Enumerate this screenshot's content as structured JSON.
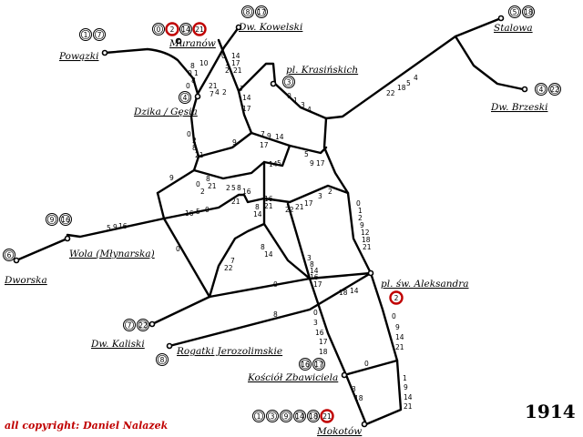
{
  "terminals": [
    {
      "id": "powazki",
      "name": "Powązki",
      "lines": [
        "1",
        "7"
      ],
      "red": []
    },
    {
      "id": "muranow",
      "name": "Muranów",
      "lines": [
        "0",
        "2",
        "14",
        "21"
      ],
      "red": [
        "2",
        "21"
      ]
    },
    {
      "id": "kowelski",
      "name": "Dw. Kowelski",
      "lines": [
        "8",
        "17"
      ],
      "red": []
    },
    {
      "id": "stalowa",
      "name": "Stalowa",
      "lines": [
        "5",
        "18"
      ],
      "red": []
    },
    {
      "id": "krasinskich",
      "name": "pl. Krasińskich",
      "lines": [
        "3"
      ],
      "red": []
    },
    {
      "id": "brzeski",
      "name": "Dw. Brzeski",
      "lines": [
        "4",
        "22"
      ],
      "red": []
    },
    {
      "id": "dzika",
      "name": "Dzika / Gęsia",
      "lines": [
        "4"
      ],
      "red": []
    },
    {
      "id": "wola",
      "name": "Wola (Młynarska)",
      "lines": [
        "9",
        "16"
      ],
      "red": []
    },
    {
      "id": "dworska",
      "name": "Dworska",
      "lines": [
        "6"
      ],
      "red": []
    },
    {
      "id": "aleksandra",
      "name": "pl. św. Aleksandra",
      "lines": [
        "2"
      ],
      "red": [
        "2"
      ]
    },
    {
      "id": "kaliski",
      "name": "Dw. Kaliski",
      "lines": [
        "7",
        "22"
      ],
      "red": []
    },
    {
      "id": "rogatki",
      "name": "Rogatki Jerozolimskie",
      "lines": [
        "8"
      ],
      "red": []
    },
    {
      "id": "zbawiciela",
      "name": "Kościół Zbawiciela",
      "lines": [
        "16",
        "17"
      ],
      "red": []
    },
    {
      "id": "mokotow",
      "name": "Mokotów",
      "lines": [
        "1",
        "3",
        "9",
        "14",
        "18",
        "21"
      ],
      "red": [
        "21"
      ]
    }
  ],
  "segment_labels": [
    {
      "id": "m1",
      "text": "0"
    },
    {
      "id": "m2",
      "text": "14"
    },
    {
      "id": "m3",
      "text": "1"
    },
    {
      "id": "m4",
      "text": "17"
    },
    {
      "id": "m5",
      "text": "2"
    },
    {
      "id": "m6",
      "text": "21"
    },
    {
      "id": "p1",
      "text": "8"
    },
    {
      "id": "p2",
      "text": "10"
    },
    {
      "id": "p3",
      "text": "0"
    },
    {
      "id": "p4",
      "text": "1"
    },
    {
      "id": "p5",
      "text": "8"
    },
    {
      "id": "p6",
      "text": "0"
    },
    {
      "id": "p7",
      "text": "21"
    },
    {
      "id": "d1",
      "text": "7"
    },
    {
      "id": "d2",
      "text": "4"
    },
    {
      "id": "d3",
      "text": "2"
    },
    {
      "id": "c1",
      "text": "7"
    },
    {
      "id": "c2",
      "text": "14"
    },
    {
      "id": "c3",
      "text": "17"
    },
    {
      "id": "k1",
      "text": "0"
    },
    {
      "id": "k2",
      "text": "1"
    },
    {
      "id": "k3",
      "text": "3"
    },
    {
      "id": "k4",
      "text": "4"
    },
    {
      "id": "b1",
      "text": "22"
    },
    {
      "id": "b2",
      "text": "18"
    },
    {
      "id": "b3",
      "text": "5"
    },
    {
      "id": "b4",
      "text": "4"
    },
    {
      "id": "s1",
      "text": "0"
    },
    {
      "id": "s2",
      "text": "2"
    },
    {
      "id": "s3",
      "text": "8"
    },
    {
      "id": "s4",
      "text": "21"
    },
    {
      "id": "e1",
      "text": "7"
    },
    {
      "id": "e2",
      "text": "9"
    },
    {
      "id": "e3",
      "text": "14"
    },
    {
      "id": "e4",
      "text": "9"
    },
    {
      "id": "e5",
      "text": "17"
    },
    {
      "id": "f1",
      "text": "14"
    },
    {
      "id": "f2",
      "text": "5"
    },
    {
      "id": "f3",
      "text": "5"
    },
    {
      "id": "f4",
      "text": "9"
    },
    {
      "id": "f5",
      "text": "17"
    },
    {
      "id": "g1",
      "text": "9"
    },
    {
      "id": "g2",
      "text": "8"
    },
    {
      "id": "g3",
      "text": "21"
    },
    {
      "id": "g4",
      "text": "0"
    },
    {
      "id": "g5",
      "text": "2"
    },
    {
      "id": "g6",
      "text": "21"
    },
    {
      "id": "h1",
      "text": "2"
    },
    {
      "id": "h2",
      "text": "5"
    },
    {
      "id": "h3",
      "text": "8"
    },
    {
      "id": "h4",
      "text": "16"
    },
    {
      "id": "h5",
      "text": "16"
    },
    {
      "id": "h6",
      "text": "21"
    },
    {
      "id": "h7",
      "text": "8"
    },
    {
      "id": "h8",
      "text": "14"
    },
    {
      "id": "h9",
      "text": "22"
    },
    {
      "id": "h10",
      "text": "21"
    },
    {
      "id": "h11",
      "text": "17"
    },
    {
      "id": "h12",
      "text": "3"
    },
    {
      "id": "h13",
      "text": "2"
    },
    {
      "id": "w1",
      "text": "5"
    },
    {
      "id": "w2",
      "text": "9"
    },
    {
      "id": "w3",
      "text": "16"
    },
    {
      "id": "w4",
      "text": "16"
    },
    {
      "id": "w5",
      "text": "5"
    },
    {
      "id": "w6",
      "text": "0"
    },
    {
      "id": "v1",
      "text": "0"
    },
    {
      "id": "v2",
      "text": "1"
    },
    {
      "id": "v3",
      "text": "2"
    },
    {
      "id": "v4",
      "text": "9"
    },
    {
      "id": "v5",
      "text": "12"
    },
    {
      "id": "v6",
      "text": "18"
    },
    {
      "id": "v7",
      "text": "21"
    },
    {
      "id": "t1",
      "text": "0"
    },
    {
      "id": "t2",
      "text": "7"
    },
    {
      "id": "t3",
      "text": "22"
    },
    {
      "id": "t4",
      "text": "8"
    },
    {
      "id": "t5",
      "text": "14"
    },
    {
      "id": "y1",
      "text": "3"
    },
    {
      "id": "y2",
      "text": "8"
    },
    {
      "id": "y3",
      "text": "14"
    },
    {
      "id": "y4",
      "text": "16"
    },
    {
      "id": "y5",
      "text": "17"
    },
    {
      "id": "r1",
      "text": "0"
    },
    {
      "id": "r2",
      "text": "18"
    },
    {
      "id": "r3",
      "text": "14"
    },
    {
      "id": "q1",
      "text": "8"
    },
    {
      "id": "a1",
      "text": "0"
    },
    {
      "id": "a2",
      "text": "9"
    },
    {
      "id": "a3",
      "text": "14"
    },
    {
      "id": "a4",
      "text": "21"
    },
    {
      "id": "n1",
      "text": "0"
    },
    {
      "id": "n2",
      "text": "3"
    },
    {
      "id": "n3",
      "text": "16"
    },
    {
      "id": "n4",
      "text": "17"
    },
    {
      "id": "n5",
      "text": "18"
    },
    {
      "id": "z1",
      "text": "0"
    },
    {
      "id": "z2",
      "text": "3"
    },
    {
      "id": "z3",
      "text": "18"
    },
    {
      "id": "x1",
      "text": "1"
    },
    {
      "id": "x2",
      "text": "9"
    },
    {
      "id": "x3",
      "text": "14"
    },
    {
      "id": "x4",
      "text": "21"
    }
  ],
  "footer": {
    "copyright": "all copyright: Daniel Nalazek",
    "year": "1914"
  },
  "colors": {
    "line": "#000000",
    "highlight_ring": "#c00000",
    "copyright_text": "#c00000"
  }
}
